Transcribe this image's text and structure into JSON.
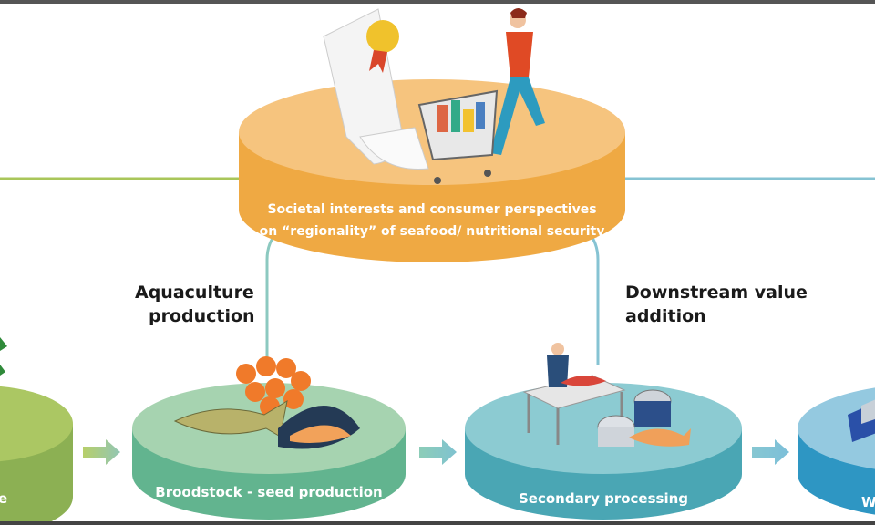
{
  "diagram": {
    "headings": {
      "aquaculture": [
        "Aquaculture",
        "production"
      ],
      "downstream": [
        "Downstream value",
        "addition"
      ]
    },
    "top_disk": {
      "label_line1": "Societal interests and consumer perspectives",
      "label_line2": "on “regionality” of seafood/ nutritional security"
    },
    "disks": [
      {
        "label": "e"
      },
      {
        "label": "Broodstock - seed production"
      },
      {
        "label": "Secondary processing"
      },
      {
        "label": "W"
      }
    ],
    "colors": {
      "orange_top": "#f6c47e",
      "orange_side": "#efa943",
      "green_top": "#abc763",
      "green_side": "#8cb053",
      "seagreen_top": "#a6d3b0",
      "seagreen_side": "#62b48f",
      "teal_top": "#8ccbd2",
      "teal_side": "#4aa6b4",
      "blue_top": "#94c9e0",
      "blue_side": "#2e96c3",
      "line_left": "#a9c65a",
      "line_right": "#86c3d3"
    }
  }
}
